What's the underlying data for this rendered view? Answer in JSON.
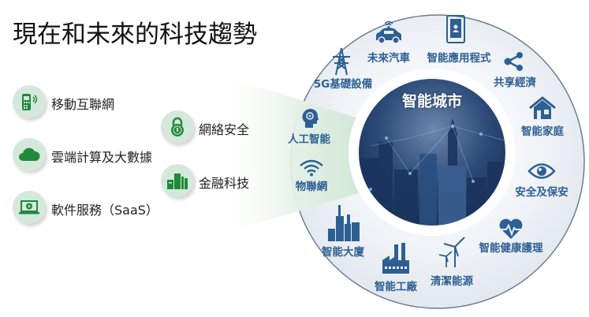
{
  "title": "現在和未來的科技趨勢",
  "left_items": [
    {
      "label": "移動互聯網",
      "icon": "mobile-phone-icon"
    },
    {
      "label": "雲端計算及大數據",
      "icon": "cloud-icon"
    },
    {
      "label": "軟件服務（SaaS）",
      "icon": "laptop-play-icon"
    },
    {
      "label": "網絡安全",
      "icon": "padlock-icon"
    },
    {
      "label": "金融科技",
      "icon": "bank-buildings-icon"
    }
  ],
  "center": {
    "label": "智能城市"
  },
  "ring_items": [
    {
      "label": "5G基礎設備",
      "icon": "transmission-tower-icon"
    },
    {
      "label": "未來汽車",
      "icon": "connected-car-icon"
    },
    {
      "label": "智能應用程式",
      "icon": "smartphone-app-icon"
    },
    {
      "label": "共享經濟",
      "icon": "share-icon"
    },
    {
      "label": "智能家庭",
      "icon": "house-icon"
    },
    {
      "label": "安全及保安",
      "icon": "eye-icon"
    },
    {
      "label": "智能健康護理",
      "icon": "heart-pulse-icon"
    },
    {
      "label": "清潔能源",
      "icon": "wind-turbine-icon"
    },
    {
      "label": "智能工廠",
      "icon": "factory-icon"
    },
    {
      "label": "智能大廈",
      "icon": "skyscraper-icon"
    },
    {
      "label": "人工智能",
      "icon": "ai-head-icon"
    },
    {
      "label": "物聯網",
      "icon": "wifi-icon"
    }
  ],
  "colors": {
    "green": "#1f8a3c",
    "blue": "#2d5f93",
    "ring": "#e9eef4"
  }
}
